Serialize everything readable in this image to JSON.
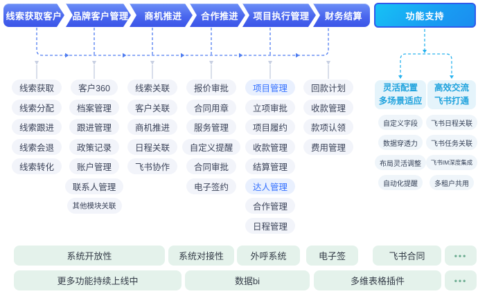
{
  "flow": {
    "stages": [
      {
        "label": "线索获取客户"
      },
      {
        "label": "品牌客户管理"
      },
      {
        "label": "商机推进"
      },
      {
        "label": "合作推进"
      },
      {
        "label": "项目执行管理"
      },
      {
        "label": "财务结算"
      }
    ],
    "support_button": "功能支持"
  },
  "columns": [
    {
      "items": [
        "线索获取",
        "线索分配",
        "线索跟进",
        "线索会退",
        "线索转化"
      ]
    },
    {
      "items": [
        "客户360",
        "档案管理",
        "跟进管理",
        "政策记录",
        "账户管理",
        "联系人管理",
        "其他模块关联"
      ]
    },
    {
      "items": [
        "线索关联",
        "客户关联",
        "商机推进",
        "日程关联",
        "飞书协作"
      ]
    },
    {
      "items": [
        "报价审批",
        "合同用章",
        "服务管理",
        "自定义提醒",
        "合同审批",
        "电子签约"
      ]
    },
    {
      "items": [
        "项目管理",
        "立项审批",
        "项目履约",
        "收款管理",
        "结算管理",
        "达人管理",
        "合作管理",
        "日程管理"
      ],
      "highlighted_items": [
        "项目管理",
        "达人管理"
      ]
    },
    {
      "items": [
        "回款计划",
        "收款管理",
        "款项认领",
        "费用管理"
      ]
    }
  ],
  "support": {
    "groups": [
      {
        "title_line1": "灵活配置",
        "title_line2": "多场景适应",
        "items": [
          "自定义字段",
          "数据穿透力",
          "布局灵活调整",
          "自动化提醒"
        ]
      },
      {
        "title_line1": "高效交流",
        "title_line2": "飞书打通",
        "items": [
          "飞书日程关联",
          "飞书任务关联",
          "飞书IM深度集成",
          "多租户共用"
        ]
      }
    ]
  },
  "bottom": {
    "row1": [
      "系统开放性",
      "系统对接性",
      "外呼系统",
      "电子签",
      "飞书合同"
    ],
    "row2": [
      "更多功能持续上线中",
      "数据bi",
      "多维表格插件"
    ],
    "more_label": "•••"
  },
  "colors": {
    "stage_gradient_top": "#6d8ff6",
    "stage_gradient_bottom": "#3b55e8",
    "support_fill": "#18aef2",
    "support_border": "#2f5beb",
    "flow_line": "#4d7bf0",
    "support_line": "#27b2ee",
    "drop_arrow": "#c7cfe2",
    "pill_bg": "#f2f4fa",
    "pill_text": "#3a4258",
    "highlight_bg": "#e9f0fe",
    "highlight_text": "#3370ff",
    "support_header_bg": "#e5f4fb",
    "support_header_text": "#21a3dd",
    "mint_bg": "#e4f2eb",
    "mint_dots": "#6fae93"
  }
}
